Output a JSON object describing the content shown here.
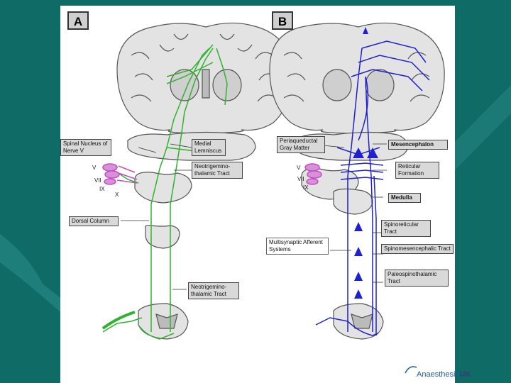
{
  "panels": {
    "a": "A",
    "b": "B"
  },
  "labels_a": {
    "spinal_nucleus": "Spinal Nucleus of Nerve V",
    "medial_lemniscus": "Medial Lemniscus",
    "neotrigemino_upper": "Neotrigemino-thalamic Tract",
    "dorsal_column": "Dorsal Column",
    "neotrigemino_lower": "Neotrigemino-thalamic Tract"
  },
  "nerves_a": {
    "v": "V",
    "vii": "VII",
    "ix": "IX",
    "x": "X"
  },
  "labels_b": {
    "periaqueductal": "Periaqueductal Gray Matter",
    "mesencephalon": "Mesencephalon",
    "reticular": "Reticular Formation",
    "medulla": "Medulla",
    "spinoreticular": "Spinoreticular Tract",
    "spinomesencephalic": "Spinomesencephalic Tract",
    "paleospinothalamic": "Paleospinothalamic Tract",
    "multisynaptic": "Multisynaptic Afferent Systems"
  },
  "nerves_b": {
    "v": "V",
    "vii": "VII",
    "ix": "IX"
  },
  "logo": {
    "part1": "Anaesthesia",
    "part2": "UK"
  },
  "colors": {
    "background": "#0e6b66",
    "green_path": "#2fb32f",
    "blue_path": "#2020d0",
    "magenta": "#c050c0"
  }
}
